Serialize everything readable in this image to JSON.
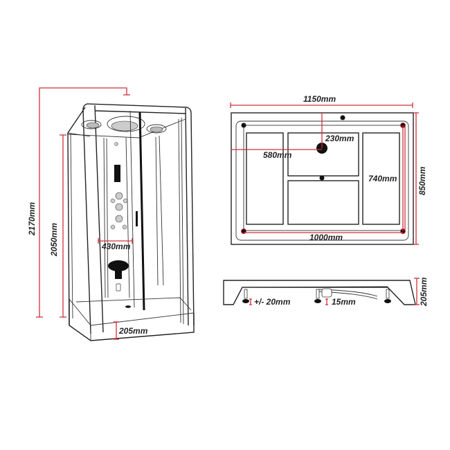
{
  "diagram": {
    "subject": "Steam shower cabin technical drawing",
    "colors": {
      "dimension_line": "#d0303a",
      "outline": "#222222",
      "background": "#ffffff"
    },
    "front_view": {
      "total_height": "2170mm",
      "cabin_height": "2050mm",
      "panel_width": "430mm",
      "tray_height": "205mm"
    },
    "top_view": {
      "outer_width": "1150mm",
      "outer_depth": "850mm",
      "inner_width": "1000mm",
      "inner_depth": "740mm",
      "drain_offset_x": "580mm",
      "drain_offset_y": "230mm"
    },
    "side_view": {
      "leg_adjust": "+/- 20mm",
      "drain_height": "15mm",
      "tray_height": "205mm"
    }
  }
}
